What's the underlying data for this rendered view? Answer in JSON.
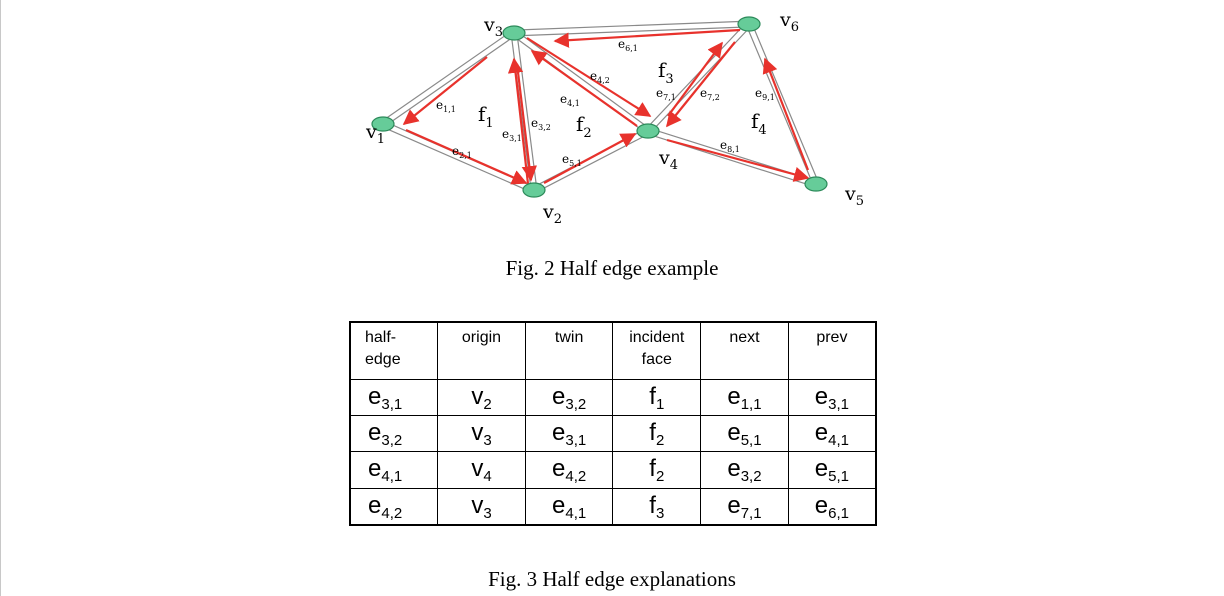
{
  "figure2": {
    "caption": "Fig. 2 Half edge example",
    "vertex_labels": [
      {
        "base": "v",
        "sub": "1"
      },
      {
        "base": "v",
        "sub": "2"
      },
      {
        "base": "v",
        "sub": "3"
      },
      {
        "base": "v",
        "sub": "4"
      },
      {
        "base": "v",
        "sub": "5"
      },
      {
        "base": "v",
        "sub": "6"
      }
    ],
    "face_labels": [
      {
        "base": "f",
        "sub": "1"
      },
      {
        "base": "f",
        "sub": "2"
      },
      {
        "base": "f",
        "sub": "3"
      },
      {
        "base": "f",
        "sub": "4"
      }
    ],
    "edge_labels": [
      {
        "base": "e",
        "sub": "1,1"
      },
      {
        "base": "e",
        "sub": "2,1"
      },
      {
        "base": "e",
        "sub": "3,1"
      },
      {
        "base": "e",
        "sub": "3,2"
      },
      {
        "base": "e",
        "sub": "4,1"
      },
      {
        "base": "e",
        "sub": "4,2"
      },
      {
        "base": "e",
        "sub": "5,1"
      },
      {
        "base": "e",
        "sub": "6,1"
      },
      {
        "base": "e",
        "sub": "7,1"
      },
      {
        "base": "e",
        "sub": "7,2"
      },
      {
        "base": "e",
        "sub": "8,1"
      },
      {
        "base": "e",
        "sub": "9,1"
      }
    ],
    "colors": {
      "vertex_fill": "#66cc99",
      "arrow": "#e8322c",
      "edge": "#8a8a8a",
      "edge_inner": "#ffffff"
    }
  },
  "figure3": {
    "caption": "Fig. 3 Half edge explanations",
    "headers": [
      "half-edge",
      "origin",
      "twin",
      "incident face",
      "next",
      "prev"
    ],
    "header_lines": [
      [
        "half-",
        "edge"
      ],
      [
        "origin"
      ],
      [
        "twin"
      ],
      [
        "incident",
        "face"
      ],
      [
        "next"
      ],
      [
        "prev"
      ]
    ],
    "rows": [
      [
        {
          "b": "e",
          "s": "3,1"
        },
        {
          "b": "v",
          "s": "2"
        },
        {
          "b": "e",
          "s": "3,2"
        },
        {
          "b": "f",
          "s": "1"
        },
        {
          "b": "e",
          "s": "1,1"
        },
        {
          "b": "e",
          "s": "3,1"
        }
      ],
      [
        {
          "b": "e",
          "s": "3,2"
        },
        {
          "b": "v",
          "s": "3"
        },
        {
          "b": "e",
          "s": "3,1"
        },
        {
          "b": "f",
          "s": "2"
        },
        {
          "b": "e",
          "s": "5,1"
        },
        {
          "b": "e",
          "s": "4,1"
        }
      ],
      [
        {
          "b": "e",
          "s": "4,1"
        },
        {
          "b": "v",
          "s": "4"
        },
        {
          "b": "e",
          "s": "4,2"
        },
        {
          "b": "f",
          "s": "2"
        },
        {
          "b": "e",
          "s": "3,2"
        },
        {
          "b": "e",
          "s": "5,1"
        }
      ],
      [
        {
          "b": "e",
          "s": "4,2"
        },
        {
          "b": "v",
          "s": "3"
        },
        {
          "b": "e",
          "s": "4,1"
        },
        {
          "b": "f",
          "s": "3"
        },
        {
          "b": "e",
          "s": "7,1"
        },
        {
          "b": "e",
          "s": "6,1"
        }
      ]
    ]
  }
}
